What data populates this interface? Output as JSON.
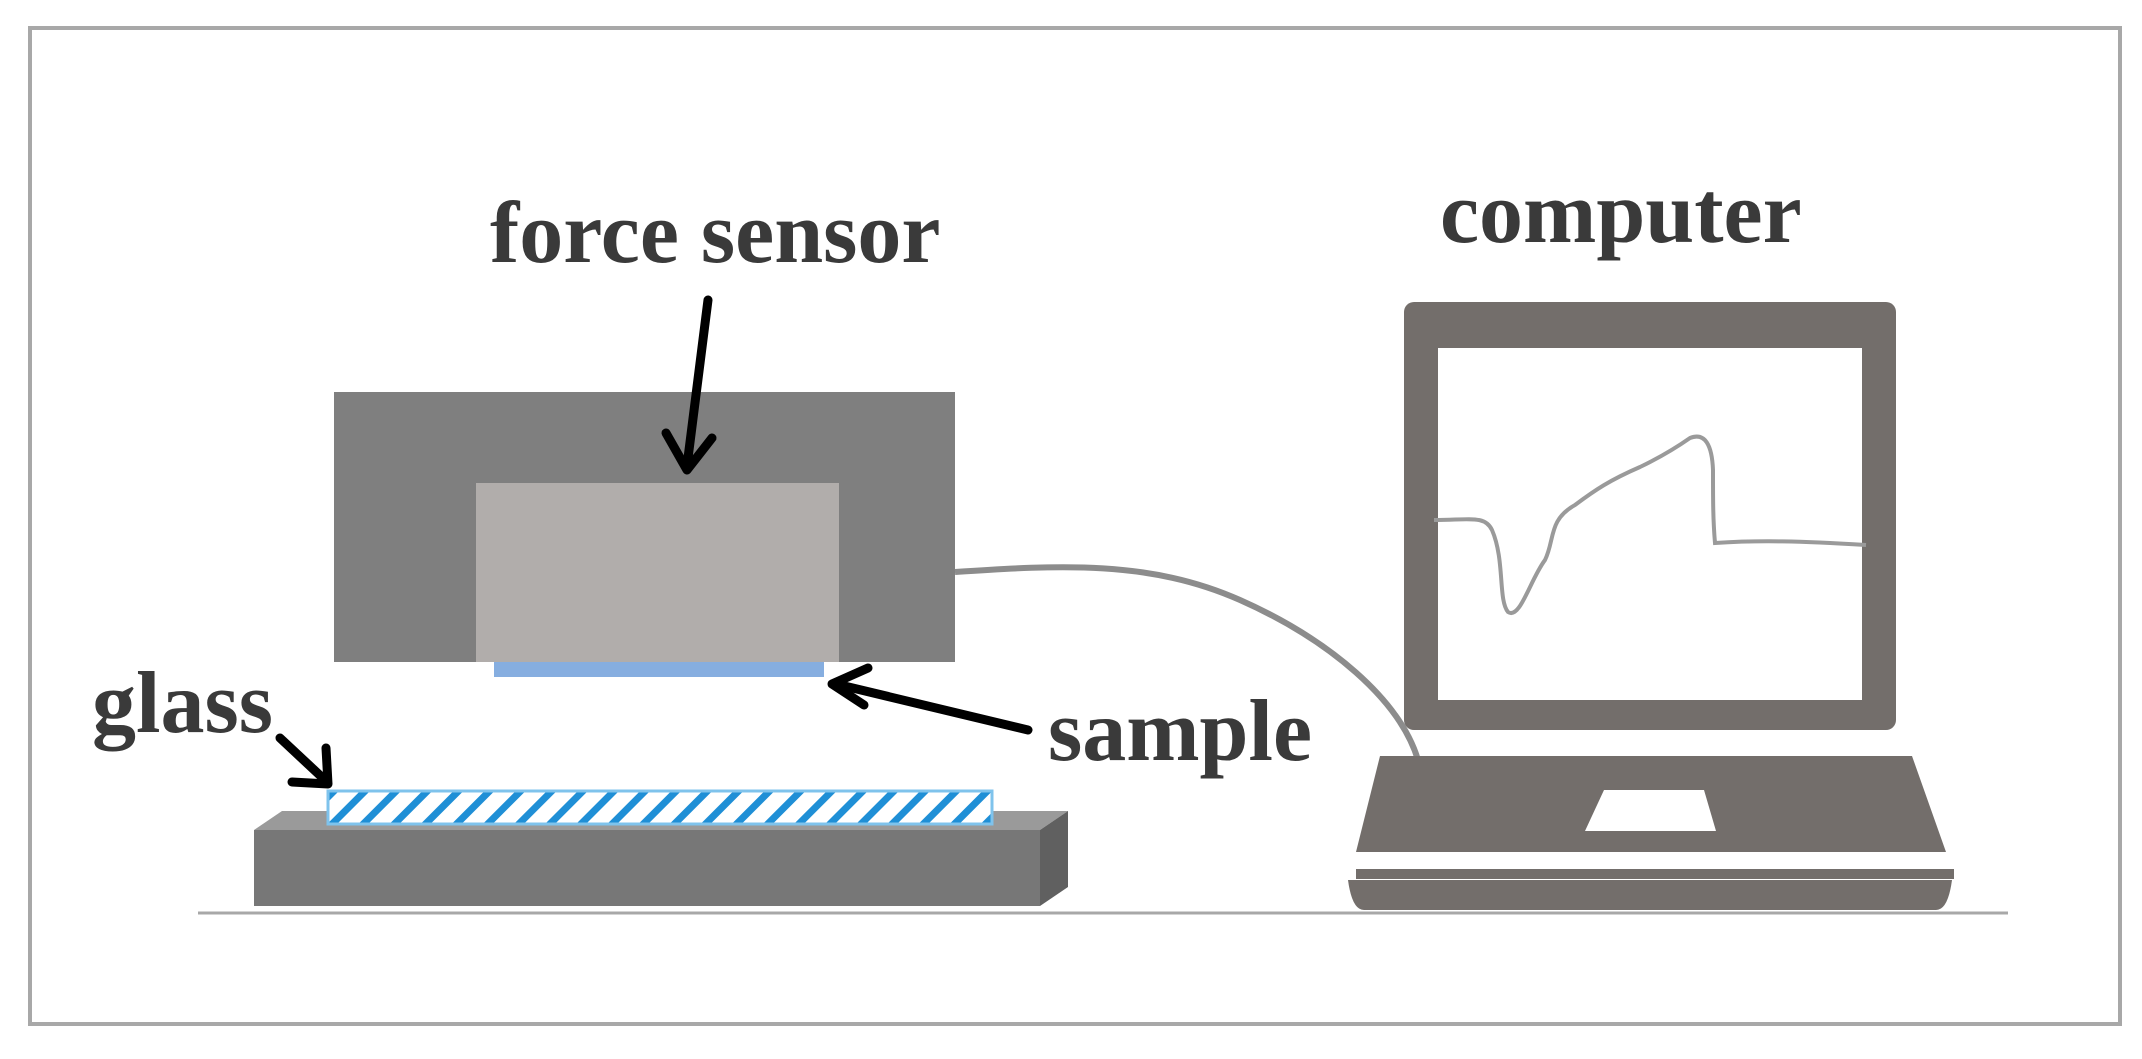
{
  "labels": {
    "force_sensor": "force sensor",
    "computer": "computer",
    "glass": "glass",
    "sample": "sample"
  },
  "colors": {
    "frame_border": "#a8a8a8",
    "housing": "#7f7f7f",
    "sensor": "#b1adab",
    "sample": "#86aee0",
    "glass_stripe": "#1f8fd6",
    "base": "#777777",
    "laptop": "#736e6b",
    "cable": "#8c8c8c",
    "label_text": "#3a3a3a"
  }
}
